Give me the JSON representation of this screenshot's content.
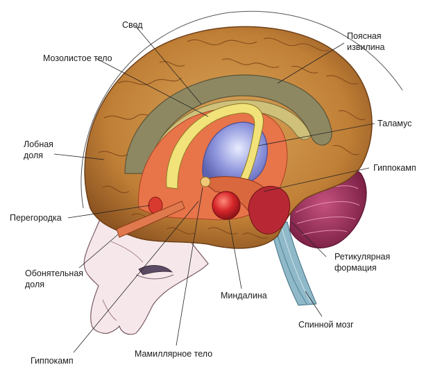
{
  "labels": {
    "svod": "Свод",
    "mozolistoe": "Мозолистое тело",
    "poyasnaya_1": "Поясная",
    "poyasnaya_2": "извилина",
    "lobnaya_1": "Лобная",
    "lobnaya_2": "доля",
    "talamus": "Таламус",
    "gippokamp_right": "Гиппокамп",
    "peregorodka": "Перегородка",
    "retikulyarnaya_1": "Ретикулярная",
    "retikulyarnaya_2": "формация",
    "obonyatelnaya_1": "Обонятельная",
    "obonyatelnaya_2": "доля",
    "mindalina": "Миндалина",
    "spinnoy": "Спинной мозг",
    "gippokamp_bottom": "Гиппокамп",
    "mamillyarnoe": "Мамиллярное тело"
  },
  "colors": {
    "cortex": "#c88a3e",
    "cortex_dark": "#8a5220",
    "cingulate": "#8f8a62",
    "fornix": "#f2e27a",
    "limbic_orange": "#e8744a",
    "thalamus": "#8a8fd8",
    "amygdala": "#d42a2a",
    "cerebellum": "#a8345e",
    "spinal": "#8fb8c8",
    "face": "#f4e4e4"
  }
}
